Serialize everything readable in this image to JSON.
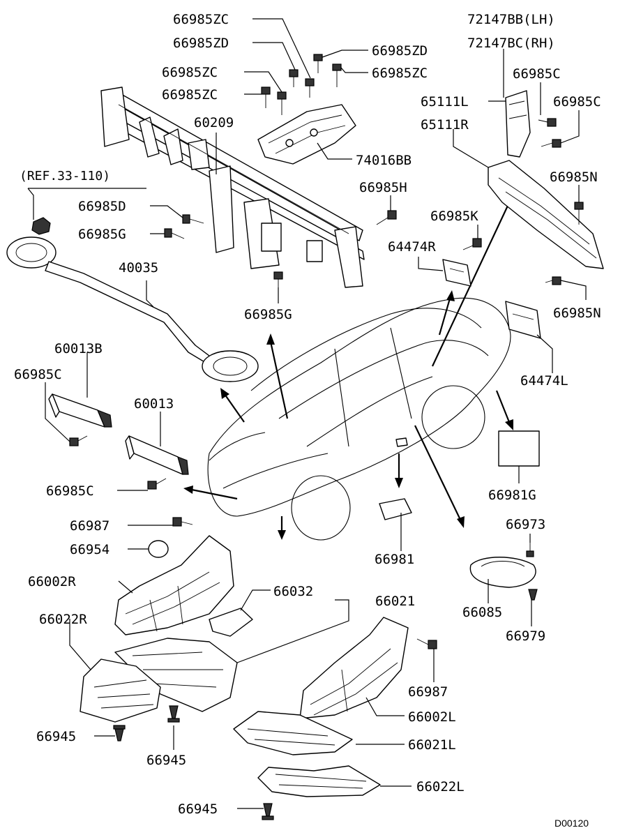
{
  "labels": {
    "p66985ZC_a": "66985ZC",
    "p66985ZD_a": "66985ZD",
    "p66985ZD_b": "66985ZD",
    "p66985ZC_b": "66985ZC",
    "p66985ZC_c": "66985ZC",
    "p66985ZC_d": "66985ZC",
    "p72147BB": "72147BB(LH)",
    "p72147BC": "72147BC(RH)",
    "p66985C_a": "66985C",
    "p65111L": "65111L",
    "p66985C_b": "66985C",
    "p65111R": "65111R",
    "p60209": "60209",
    "p74016BB": "74016BB",
    "ref": "(REF.33-110)",
    "p66985N_a": "66985N",
    "p66985H": "66985H",
    "p66985D": "66985D",
    "p66985K": "66985K",
    "p66985G_a": "66985G",
    "p64474R": "64474R",
    "p40035": "40035",
    "p66985N_b": "66985N",
    "p66985G_b": "66985G",
    "p60013B": "60013B",
    "p66985C_c": "66985C",
    "p64474L": "64474L",
    "p60013": "60013",
    "p66981G": "66981G",
    "p66985C_d": "66985C",
    "p66973": "66973",
    "p66987_a": "66987",
    "p66954": "66954",
    "p66981": "66981",
    "p66002R": "66002R",
    "p66032": "66032",
    "p66021": "66021",
    "p66085": "66085",
    "p66022R": "66022R",
    "p66979": "66979",
    "p66987_b": "66987",
    "p66002L": "66002L",
    "p66945_a": "66945",
    "p66021L": "66021L",
    "p66945_b": "66945",
    "p66022L": "66022L",
    "p66945_c": "66945"
  },
  "diagram_code": "D00120",
  "colors": {
    "ink": "#000000",
    "paper": "#ffffff",
    "shade": "#333333"
  }
}
